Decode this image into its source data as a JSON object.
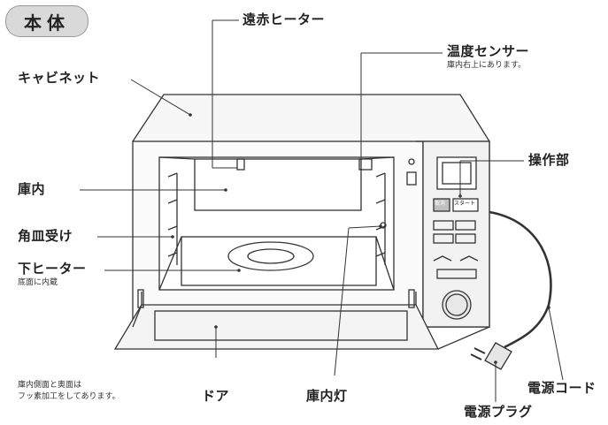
{
  "title": "本体",
  "labels": {
    "cabinet": "キャビネット",
    "far_infrared_heater": "遠赤ヒーター",
    "temp_sensor": "温度センサー",
    "temp_sensor_note": "庫内右上にあります。",
    "control_panel": "操作部",
    "interior": "庫内",
    "tray_holder": "角皿受け",
    "bottom_heater": "下ヒーター",
    "bottom_heater_note": "底面に内蔵",
    "interior_coating_note_line1": "庫内側面と奥面は",
    "interior_coating_note_line2": "フッ素加工をしてあります。",
    "door": "ドア",
    "interior_light": "庫内灯",
    "power_cord": "電源コード",
    "power_plug": "電源プラグ"
  },
  "panel": {
    "btn_left": "取消",
    "btn_right": "スタート"
  }
}
